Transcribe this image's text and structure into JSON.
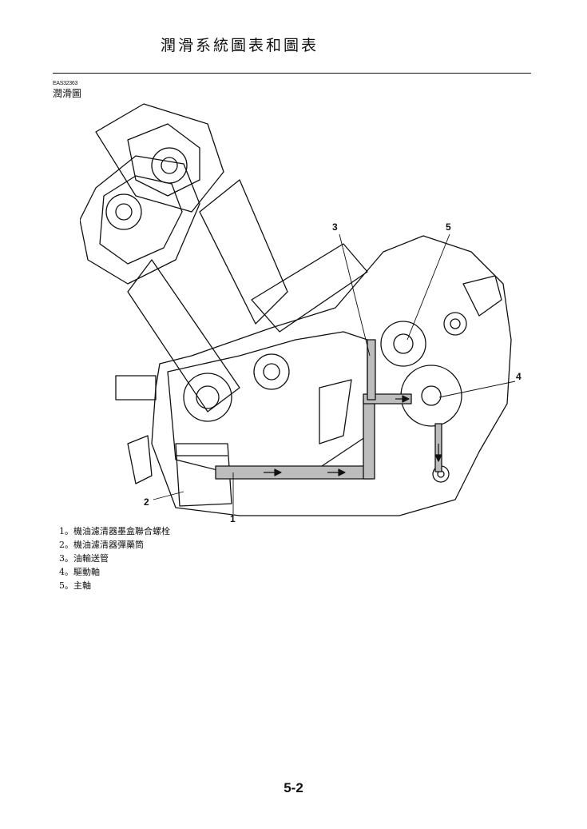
{
  "header": {
    "title": "潤滑系統圖表和圖表"
  },
  "section": {
    "code": "EAS32363",
    "title": "潤滑圖"
  },
  "figure": {
    "callouts": [
      "1",
      "2",
      "3",
      "4",
      "5"
    ],
    "icons": [
      "engine-cutaway-diagram",
      "oil-flow-arrow"
    ]
  },
  "legend": {
    "items": [
      "1。機油濾清器墨盒聯合螺栓",
      "2。機油濾清器彈藥筒",
      "3。油輸送管",
      "4。驅動軸",
      "5。主軸"
    ]
  },
  "footer": {
    "page": "5-2"
  }
}
